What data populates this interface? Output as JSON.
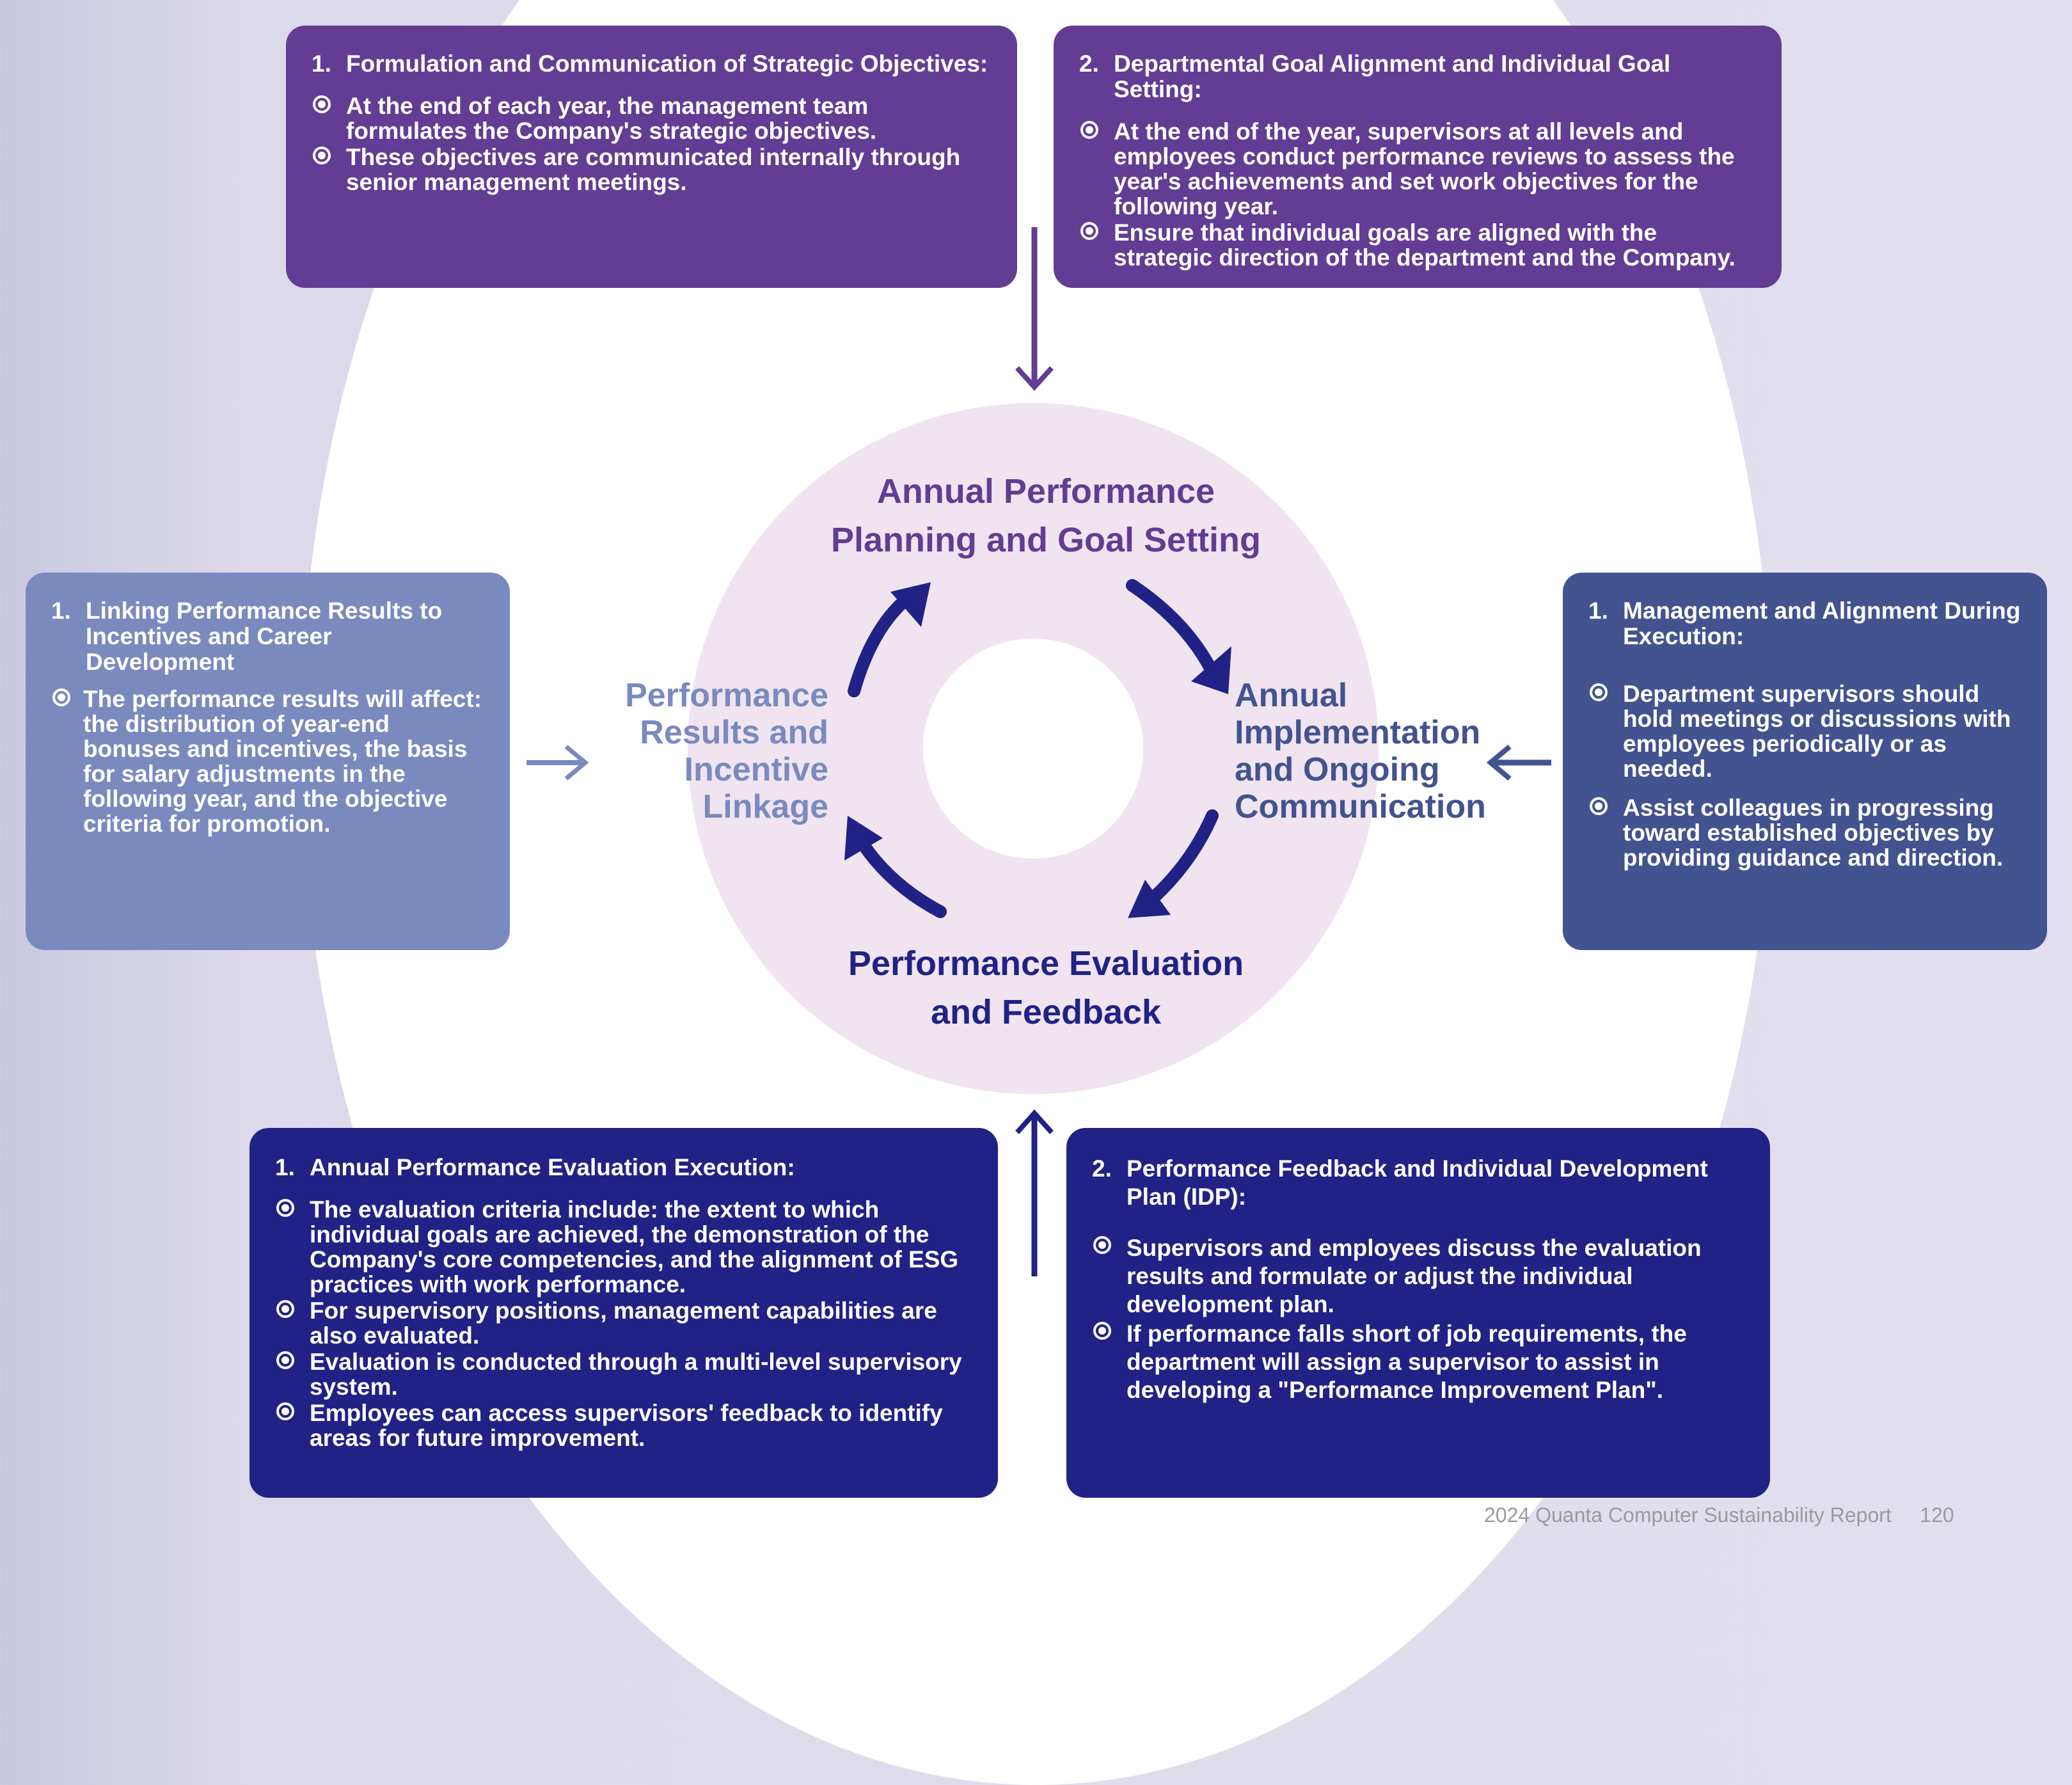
{
  "colors": {
    "purple": "#633c93",
    "lavender": "#7a8abf",
    "slate": "#43538f",
    "navy": "#212285",
    "ring": "#f0e4f0"
  },
  "stages": {
    "top": [
      "Annual Performance",
      "Planning and Goal Setting"
    ],
    "right": [
      "Annual",
      "Implementation",
      "and Ongoing",
      "Communication"
    ],
    "bottom": [
      "Performance Evaluation",
      "and Feedback"
    ],
    "left": [
      "Performance",
      "Results and",
      "Incentive",
      "Linkage"
    ]
  },
  "boxes": {
    "top_left": {
      "num": "1.",
      "title": "Formulation and Communication of Strategic Objectives:",
      "bullets": [
        "At the end of each year, the management team formulates the Company's strategic objectives.",
        "These objectives are communicated internally through senior management meetings."
      ]
    },
    "top_right": {
      "num": "2.",
      "title": "Departmental Goal Alignment and Individual Goal Setting:",
      "bullets": [
        "At the end of the year, supervisors at all levels and employees conduct performance reviews to assess the year's achievements and set work objectives for the following year.",
        "Ensure that individual goals are aligned with the strategic direction of the department and the Company."
      ]
    },
    "left": {
      "num": "1.",
      "title": "Linking Performance Results to Incentives and Career Development",
      "bullets": [
        "The performance results will affect: the distribution of year-end bonuses and incentives, the basis for salary adjustments in the following year, and the objective criteria for promotion."
      ]
    },
    "right": {
      "num": "1.",
      "title": "Management and Alignment During Execution:",
      "bullets": [
        "Department supervisors should hold meetings or discussions with employees periodically or as needed.",
        "Assist colleagues in progressing toward established objectives by providing guidance and direction."
      ]
    },
    "bottom_left": {
      "num": "1.",
      "title": "Annual Performance Evaluation Execution:",
      "bullets": [
        "The evaluation criteria include: the extent to which individual goals are achieved, the demonstration of the Company's core competencies, and the alignment of ESG practices with work performance.",
        "For supervisory positions, management capabilities are also evaluated.",
        "Evaluation is conducted through a multi-level supervisory system.",
        "Employees can access supervisors' feedback to identify areas for future improvement."
      ]
    },
    "bottom_right": {
      "num": "2.",
      "title": "Performance Feedback and Individual Development Plan (IDP):",
      "bullets": [
        "Supervisors and employees discuss the evaluation results and formulate or adjust the individual development plan.",
        "If performance falls short of job requirements, the department will assign a supervisor to assist in developing a \"Performance Improvement Plan\"."
      ]
    }
  },
  "footer": {
    "report": "2024 Quanta Computer Sustainability Report",
    "page": "120"
  }
}
